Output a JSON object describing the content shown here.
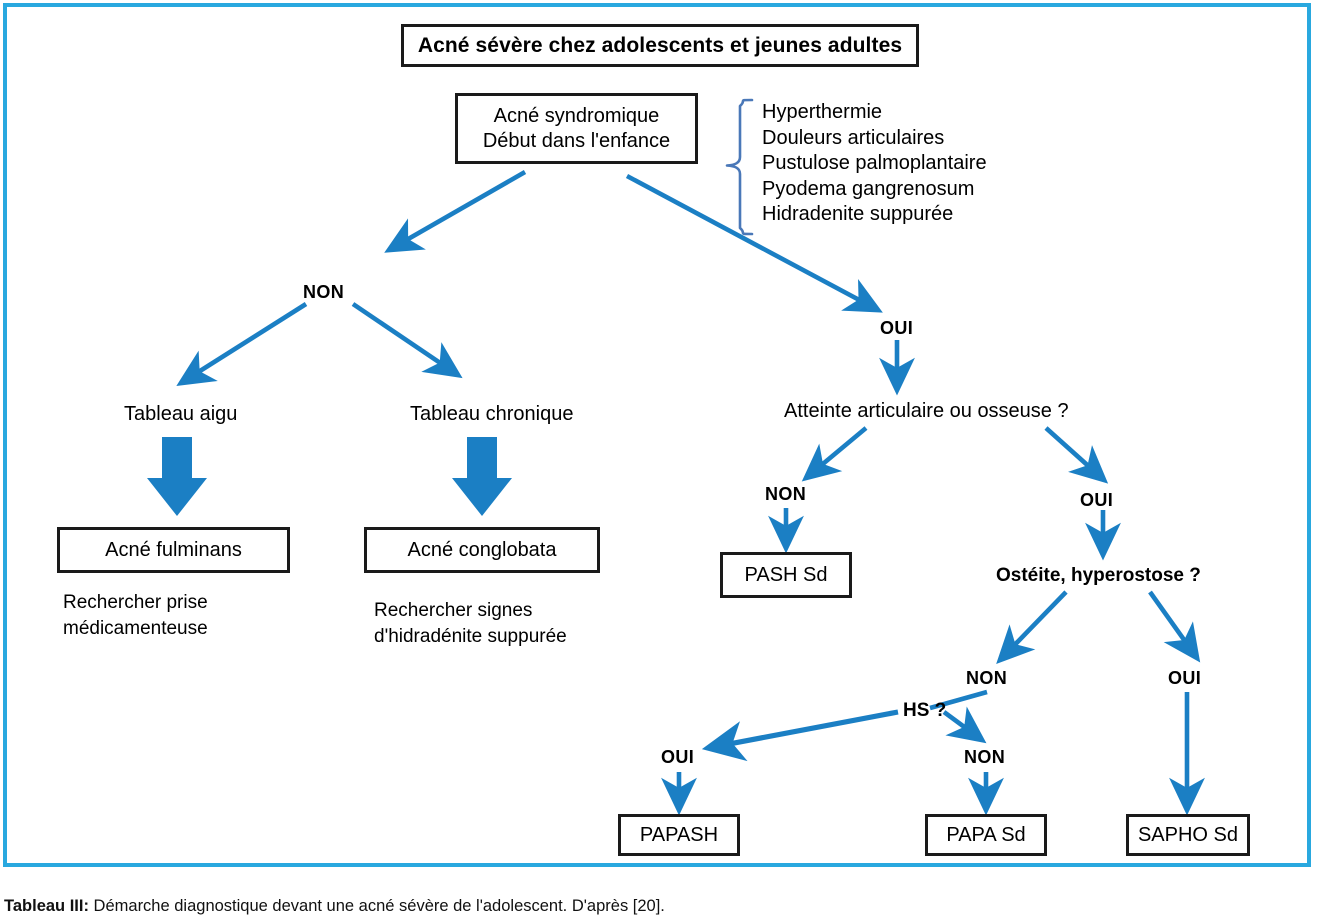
{
  "figure": {
    "caption_label": "Tableau III:",
    "caption_text": " Démarche diagnostique devant une acné sévère de l'adolescent. D'après [20].",
    "frame_color": "#29a8df",
    "arrow_color": "#1b7fc4",
    "box_border_color": "#1a1a1a",
    "text_color": "#000000"
  },
  "nodes": {
    "title": "Acné sévère chez adolescents et jeunes adultes",
    "syndromic_line1": "Acné syndromique",
    "syndromic_line2": "Début dans l'enfance",
    "question_joint": "Atteinte articulaire ou osseuse ?",
    "question_osteitis": "Ostéite, hyperostose ?",
    "question_hs": "HS ?",
    "tableau_aigu": "Tableau aigu",
    "tableau_chronique": "Tableau chronique",
    "acne_fulminans": "Acné fulminans",
    "acne_conglobata": "Acné conglobata",
    "pash": "PASH Sd",
    "papash": "PAPASH",
    "papa": "PAPA Sd",
    "sapho": "SAPHO Sd"
  },
  "notes": {
    "fulminans_note_line1": "Rechercher prise",
    "fulminans_note_line2": "médicamenteuse",
    "conglobata_note_line1": "Rechercher signes",
    "conglobata_note_line2": "d'hidradénite suppurée"
  },
  "symptoms": [
    "Hyperthermie",
    "Douleurs articulaires",
    "Pustulose palmoplantaire",
    "Pyodema gangrenosum",
    "Hidradenite suppurée"
  ],
  "branch_labels": {
    "syndromic_no": "NON",
    "syndromic_yes": "OUI",
    "joint_no": "NON",
    "joint_yes": "OUI",
    "osteitis_no": "NON",
    "osteitis_yes": "OUI",
    "hs_yes": "OUI",
    "hs_no": "NON"
  }
}
